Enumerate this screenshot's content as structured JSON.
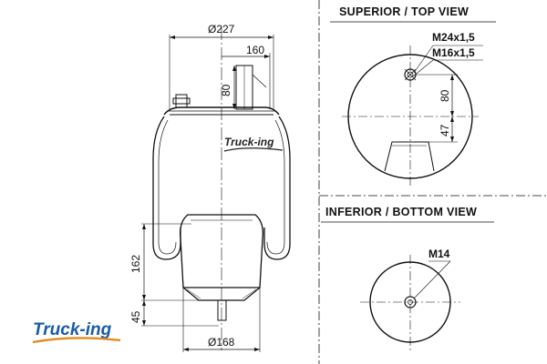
{
  "headings": {
    "top_view": "SUPERIOR / TOP VIEW",
    "bottom_view": "INFERIOR / BOTTOM VIEW"
  },
  "side_view": {
    "top_diameter": "Ø227",
    "offset": "160",
    "stud_height": "80",
    "height": "162",
    "piston_height": "45",
    "bottom_diameter": "Ø168"
  },
  "top_view": {
    "thread_large": "M24x1,5",
    "thread_small": "M16x1,5",
    "offset_80": "80",
    "offset_47": "47"
  },
  "bottom_view": {
    "thread": "M14"
  },
  "logo": {
    "text": "Truck-ing",
    "colors": {
      "primary": "#1a5aa6",
      "accent": "#e58a1f"
    }
  }
}
